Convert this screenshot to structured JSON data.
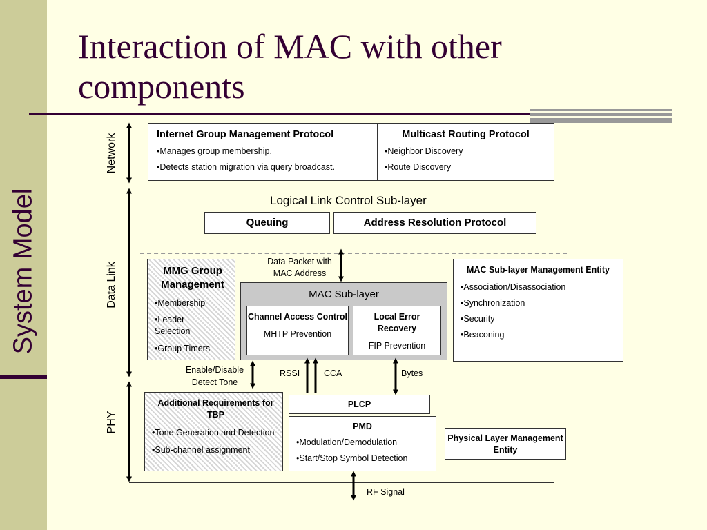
{
  "slide": {
    "title": "Interaction of MAC with other components",
    "side_title": "System Model"
  },
  "layers": {
    "network": "Network",
    "data_link": "Data Link",
    "phy": "PHY"
  },
  "igmp": {
    "title": "Internet Group Management Protocol",
    "items": [
      "•Manages group membership.",
      "•Detects station migration via query broadcast."
    ]
  },
  "mrp": {
    "title": "Multicast Routing Protocol",
    "items": [
      "•Neighbor Discovery",
      "•Route Discovery"
    ]
  },
  "llc": {
    "title": "Logical Link Control Sub-layer",
    "queuing": "Queuing",
    "arp": "Address Resolution Protocol"
  },
  "data_packet": {
    "line1": "Data Packet with",
    "line2": "MAC Address"
  },
  "mmg": {
    "title": "MMG Group Management",
    "items": [
      "•Membership",
      "•Leader Selection",
      "•Group Timers"
    ]
  },
  "mac": {
    "title": "MAC Sub-layer",
    "cac": {
      "title": "Channel Access Control",
      "sub": "MHTP Prevention"
    },
    "ler": {
      "title": "Local Error Recovery",
      "sub": "FIP Prevention"
    }
  },
  "mac_mgmt": {
    "title": "MAC Sub-layer Management Entity",
    "items": [
      "•Association/Disassociation",
      "•Synchronization",
      "•Security",
      "•Beaconing"
    ]
  },
  "signals": {
    "enable_disable": "Enable/Disable",
    "detect_tone": "Detect Tone",
    "rssi": "RSSI",
    "cca": "CCA",
    "bytes": "Bytes",
    "rf": "RF Signal"
  },
  "addreq": {
    "title": "Additional Requirements for TBP",
    "items": [
      "•Tone Generation and Detection",
      "•Sub-channel assignment"
    ]
  },
  "plcp": "PLCP",
  "pmd": {
    "title": "PMD",
    "items": [
      "•Modulation/Demodulation",
      "•Start/Stop Symbol Detection"
    ]
  },
  "phy_mgmt": {
    "title": "Physical Layer Management Entity"
  },
  "colors": {
    "background": "#FFFFE5",
    "sidebar": "#CCCC99",
    "accent": "#330033",
    "mac_fill": "#C9C9C9"
  }
}
